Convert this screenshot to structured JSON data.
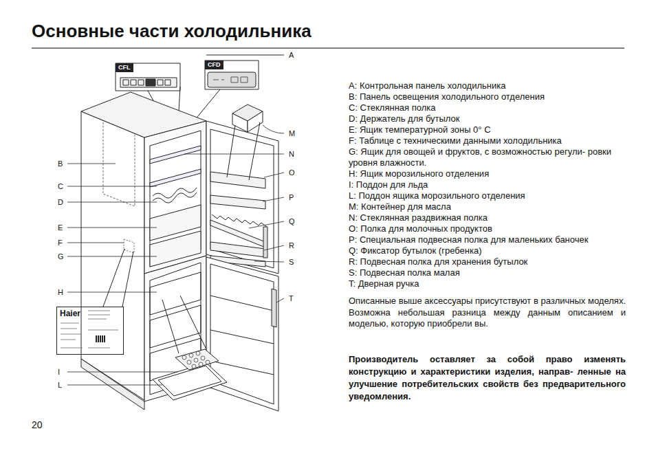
{
  "diagram": {
    "title": "Основные части холодильника",
    "nodes": [
      {
        "text": [
          "CFL"
        ]
      },
      {
        "text": [
          "CFD"
        ]
      },
      {
        "text": [
          "Haier"
        ]
      }
    ],
    "labels": [
      "A",
      "B",
      "C",
      "D",
      "E",
      "F",
      "G",
      "H",
      "I",
      "L",
      "M",
      "N",
      "O",
      "P",
      "Q",
      "R",
      "S",
      "T",
      "A: Контрольная панель холодильника",
      "B: Панель освещения холодильного отделения",
      "C: Стеклянная полка",
      "D: Держатель для бутылок",
      "E: Ящик температурной зоны 0° С",
      "F: Таблице с техническими данными холодильника",
      "G: Ящик для овощей и фруктов, с возможностью регули- ровки уровня влажности.",
      "H: Ящик морозильного отделения",
      "I: Поддон для льда",
      "L: Поддон ящика морозильного отделения",
      "M: Контейнер для масла",
      "N: Стеклянная раздвижная полка",
      "O: Полка для молочных продуктов",
      "P: Специальная подвесная полка для маленьких баночек",
      "Q: Фиксатор бутылок (гребенка)",
      "R: Подвесная полка для хранения бутылок",
      "S: Подвесная полка малая",
      "T: Дверная ручка",
      "Описанные выше аксессуары присутствуют в различных моделях. Возможна небольшая разница между данным описанием и моделью, которую приобрели вы.",
      "Производитель оставляет за собой право изменять конструкцию и характеристики изделия, направ- ленные на улучшение потребительских свойств без предварительного уведомления.",
      "20"
    ]
  }
}
